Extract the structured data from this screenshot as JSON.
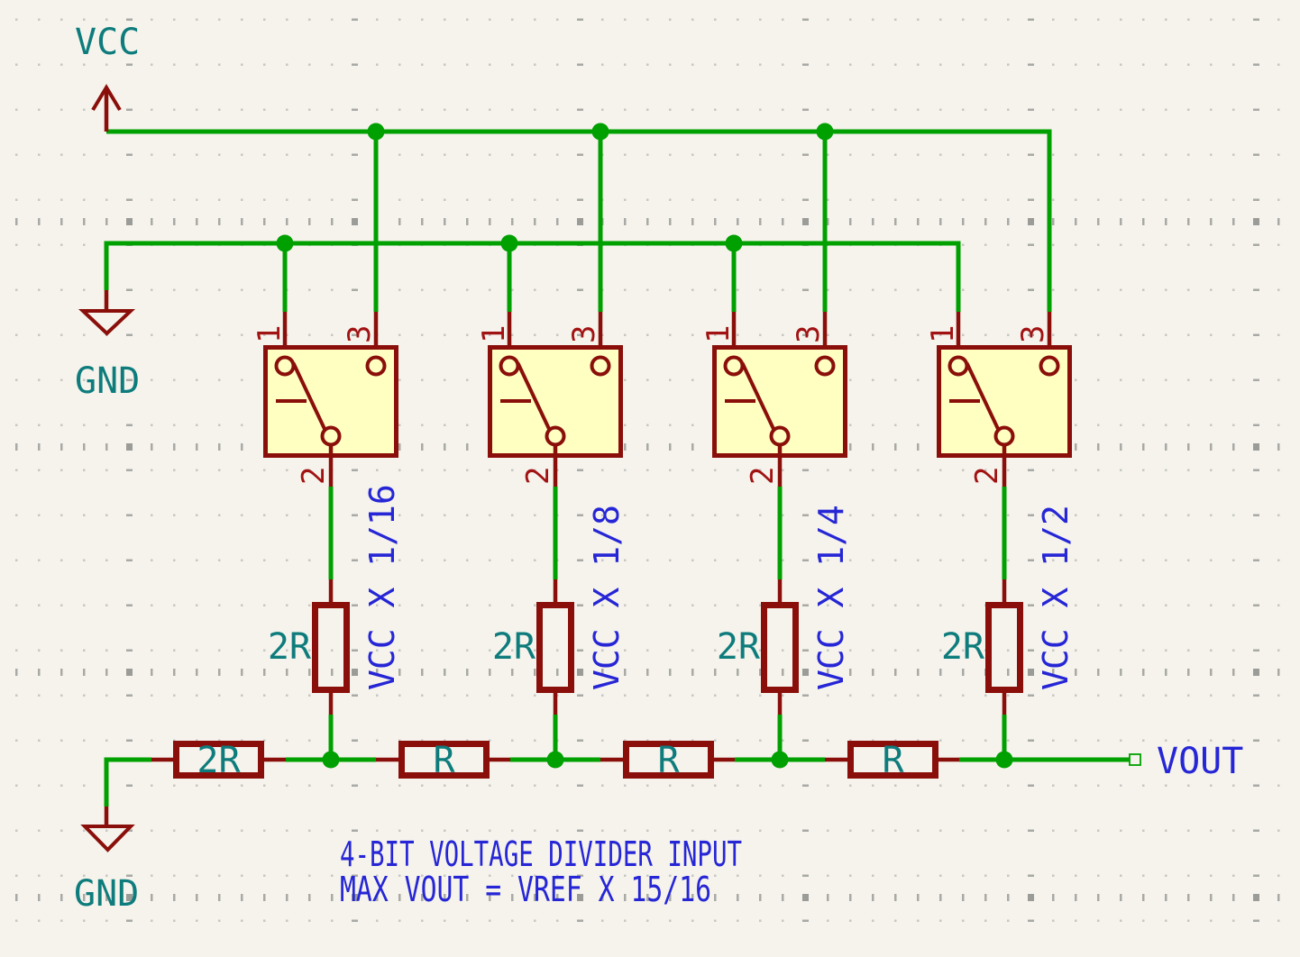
{
  "colors": {
    "background": "#F5F3EC",
    "grid_minor": "#C7C7C3",
    "grid_major": "#A9A9A5",
    "wire_green": "#00A000",
    "symbol_red": "#8A0F0A",
    "pin_number_red": "#A11212",
    "value_teal": "#0E7C7C",
    "label_blue": "#2626D6",
    "switch_body_fill": "#FFFFC2"
  },
  "power": {
    "vcc": "VCC",
    "gnd_top": "GND",
    "gnd_bottom": "GND"
  },
  "switches": {
    "pins": {
      "p1": "1",
      "p2": "2",
      "p3": "3"
    },
    "units": [
      {
        "tap_label": "VCC X 1/16",
        "resistor_label": "2R"
      },
      {
        "tap_label": "VCC X 1/8",
        "resistor_label": "2R"
      },
      {
        "tap_label": "VCC X 1/4",
        "resistor_label": "2R"
      },
      {
        "tap_label": "VCC X 1/2",
        "resistor_label": "2R"
      }
    ]
  },
  "ladder": {
    "resistors": [
      "2R",
      "R",
      "R",
      "R"
    ],
    "output_label": "VOUT"
  },
  "notes": {
    "line1": "4-BIT VOLTAGE DIVIDER INPUT",
    "line2": "MAX VOUT = VREF X 15/16"
  }
}
